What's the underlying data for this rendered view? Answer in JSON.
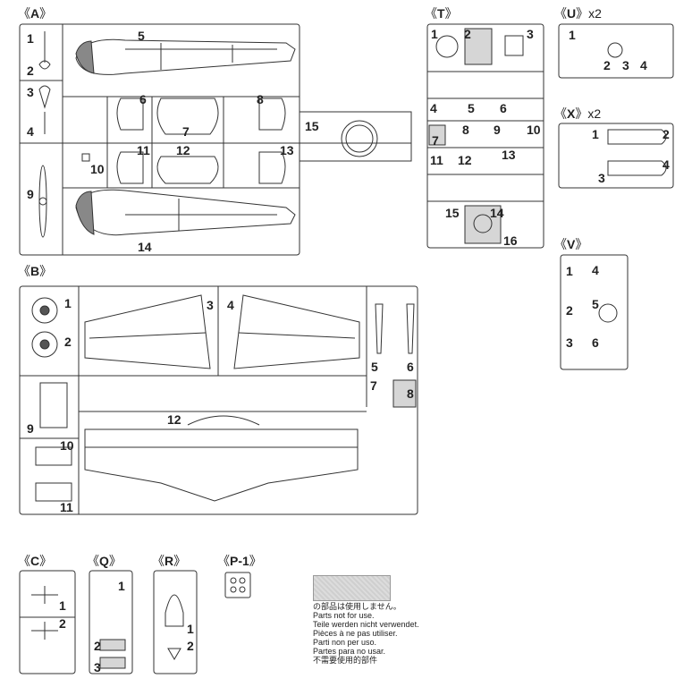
{
  "sprues": {
    "A": {
      "title": "A",
      "parts": [
        "1",
        "2",
        "3",
        "4",
        "5",
        "6",
        "7",
        "8",
        "9",
        "10",
        "11",
        "12",
        "13",
        "14",
        "15"
      ]
    },
    "B": {
      "title": "B",
      "parts": [
        "1",
        "2",
        "3",
        "4",
        "5",
        "6",
        "7",
        "8",
        "9",
        "10",
        "11",
        "12"
      ]
    },
    "T": {
      "title": "T",
      "parts": [
        "1",
        "2",
        "3",
        "4",
        "5",
        "6",
        "7",
        "8",
        "9",
        "10",
        "11",
        "12",
        "13",
        "14",
        "15",
        "16"
      ]
    },
    "U": {
      "title": "U",
      "multiplier": "x2",
      "parts": [
        "1",
        "2",
        "3",
        "4"
      ]
    },
    "X": {
      "title": "X",
      "multiplier": "x2",
      "parts": [
        "1",
        "2",
        "3",
        "4"
      ]
    },
    "V": {
      "title": "V",
      "parts": [
        "1",
        "2",
        "3",
        "4",
        "5",
        "6"
      ]
    },
    "C": {
      "title": "C",
      "parts": [
        "1",
        "2"
      ]
    },
    "Q": {
      "title": "Q",
      "parts": [
        "1",
        "2",
        "3"
      ]
    },
    "R": {
      "title": "R",
      "parts": [
        "1",
        "2"
      ]
    },
    "P1": {
      "title": "P-1"
    }
  },
  "legend": {
    "lines": [
      "の部品は使用しません。",
      "Parts not for use.",
      "Teile werden nicht verwendet.",
      "Pièces à ne pas utiliser.",
      "Parti non per uso.",
      "Partes para no usar.",
      "不需要使用的部件"
    ]
  },
  "colors": {
    "line": "#333333",
    "unused_fill": "#d6d6d6"
  }
}
